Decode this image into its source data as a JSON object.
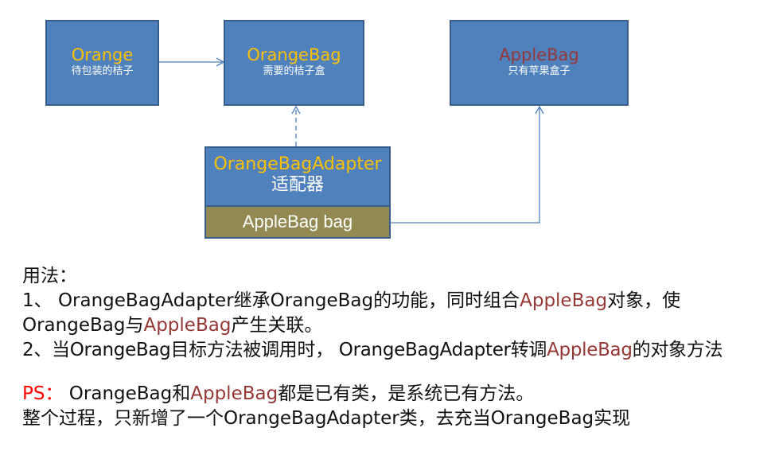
{
  "boxes": {
    "orange": {
      "title": "Orange",
      "subtitle": "待包装的桔子"
    },
    "orange_bag": {
      "title": "OrangeBag",
      "subtitle": "需要的桔子盒"
    },
    "apple_bag": {
      "title": "AppleBag",
      "subtitle": "只有苹果盒子"
    },
    "adapter": {
      "title": "OrangeBagAdapter",
      "subtitle": "适配器",
      "field": "AppleBag  bag"
    }
  },
  "notes": {
    "heading": "用法：",
    "line1": {
      "a": "1、 OrangeBagAdapter继承OrangeBag的功能，同时组合",
      "b": "AppleBag",
      "c": "对象，使"
    },
    "line2": {
      "a": "OrangeBag与",
      "b": "AppleBag",
      "c": "产生关联。"
    },
    "line3": {
      "a": "2、当OrangeBag目标方法被调用时， OrangeBagAdapter转调",
      "b": "AppleBag",
      "c": "的对象方法"
    },
    "ps_label": "PS：",
    "line4": {
      "a": " OrangeBag和",
      "b": "AppleBag",
      "c": "都是已有类，是系统已有方法。"
    },
    "line5": "整个过程，只新增了一个OrangeBagAdapter类，去充当OrangeBag实现"
  },
  "colors": {
    "box_fill": "#4f81bd",
    "box_border": "#385d8a",
    "field_fill": "#938953",
    "title_yellow": "#ffc000",
    "title_red": "#953735",
    "highlight": "#953735",
    "ps": "#ff0000"
  }
}
